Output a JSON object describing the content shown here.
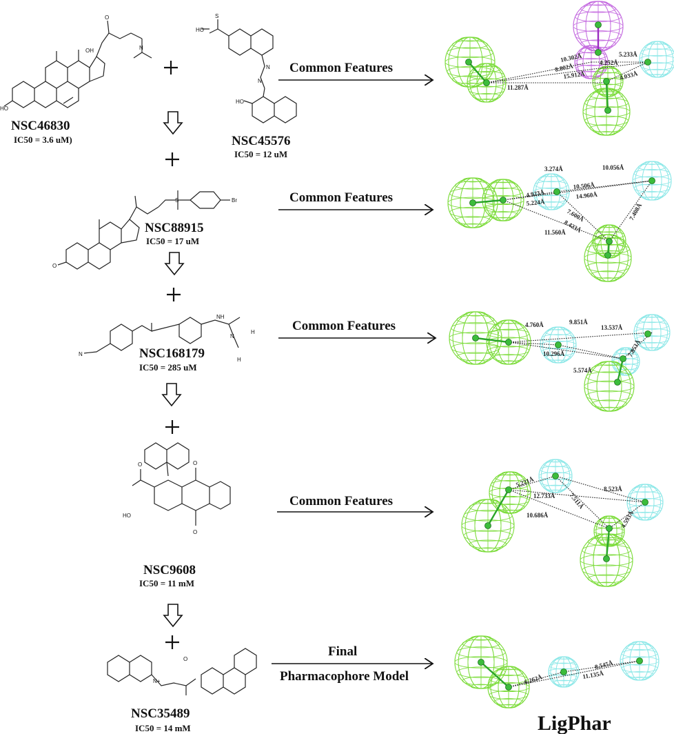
{
  "compounds": [
    {
      "name": "NSC46830",
      "ic50": "IC50 = 3.6 uM)"
    },
    {
      "name": "NSC45576",
      "ic50": "IC50 = 12 uM"
    },
    {
      "name": "NSC88915",
      "ic50": "IC50 = 17 uM"
    },
    {
      "name": "NSC168179",
      "ic50": "IC50 = 285 uM"
    },
    {
      "name": "NSC9608",
      "ic50": "IC50 = 11 mM"
    },
    {
      "name": "NSC35489",
      "ic50": "IC50 = 14 mM"
    }
  ],
  "arrow_labels": {
    "common": "Common Features",
    "final_line1": "Final",
    "final_line2": "Pharmacophore Model"
  },
  "brand": "LigPhar",
  "atoms": {
    "ho": "HO",
    "o": "O",
    "n": "N",
    "nh": "NH",
    "h": "H",
    "br": "Br",
    "oh": "OH",
    "so3h": "HO",
    "s": "S",
    "nplus": "N+"
  },
  "models": [
    {
      "distances": [
        "10.302Å",
        "8.802Å",
        "15.912Å",
        "11.287Å",
        "5.233Å",
        "4.252Å",
        "4.033Å"
      ]
    },
    {
      "distances": [
        "3.274Å",
        "10.056Å",
        "4.923Å",
        "10.506Å",
        "5.224Å",
        "14.960Å",
        "7.600Å",
        "8.423Å",
        "11.560Å",
        "7.408Å"
      ]
    },
    {
      "distances": [
        "4.760Å",
        "9.851Å",
        "13.537Å",
        "10.296Å",
        "5.574Å",
        "7.853Å"
      ]
    },
    {
      "distances": [
        "5.221Å",
        "12.733Å",
        "7.511Å",
        "8.523Å",
        "10.686Å",
        "4.593Å"
      ]
    },
    {
      "distances": [
        "6.262Å",
        "8.545Å",
        "11.135Å"
      ]
    }
  ],
  "colors": {
    "hydrophobe": "#7ddc3c",
    "acceptor": "#8ee8e8",
    "donor": "#c56de0"
  }
}
